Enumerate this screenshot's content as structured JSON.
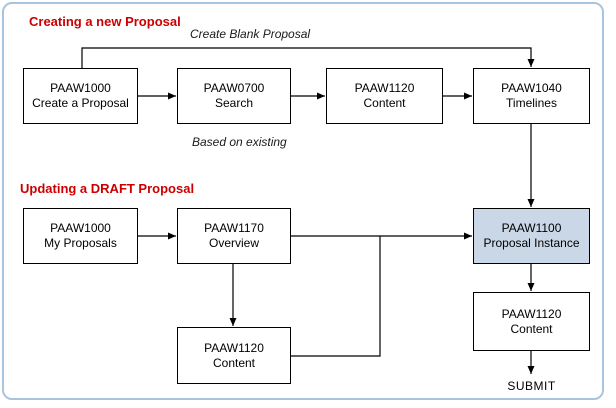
{
  "sections": {
    "creating_title": "Creating a new Proposal",
    "updating_title": "Updating a DRAFT Proposal"
  },
  "annotations": {
    "create_blank": "Create Blank Proposal",
    "based_on_existing": "Based on existing",
    "submit": "SUBMIT"
  },
  "nodes": {
    "create_proposal": {
      "code": "PAAW1000",
      "label": "Create a Proposal"
    },
    "search": {
      "code": "PAAW0700",
      "label": "Search"
    },
    "content_create": {
      "code": "PAAW1120",
      "label": "Content"
    },
    "timelines": {
      "code": "PAAW1040",
      "label": "Timelines"
    },
    "my_proposals": {
      "code": "PAAW1000",
      "label": "My Proposals"
    },
    "overview": {
      "code": "PAAW1170",
      "label": "Overview"
    },
    "content_overview": {
      "code": "PAAW1120",
      "label": "Content"
    },
    "proposal_instance": {
      "code": "PAAW1100",
      "label": "Proposal Instance"
    },
    "content_final": {
      "code": "PAAW1120",
      "label": "Content"
    }
  },
  "colors": {
    "section_title_red": "#cc0000",
    "highlight_node_fill": "#c9d7e6",
    "frame_border_blue": "#a9c4df",
    "connector_line": "#000000"
  }
}
